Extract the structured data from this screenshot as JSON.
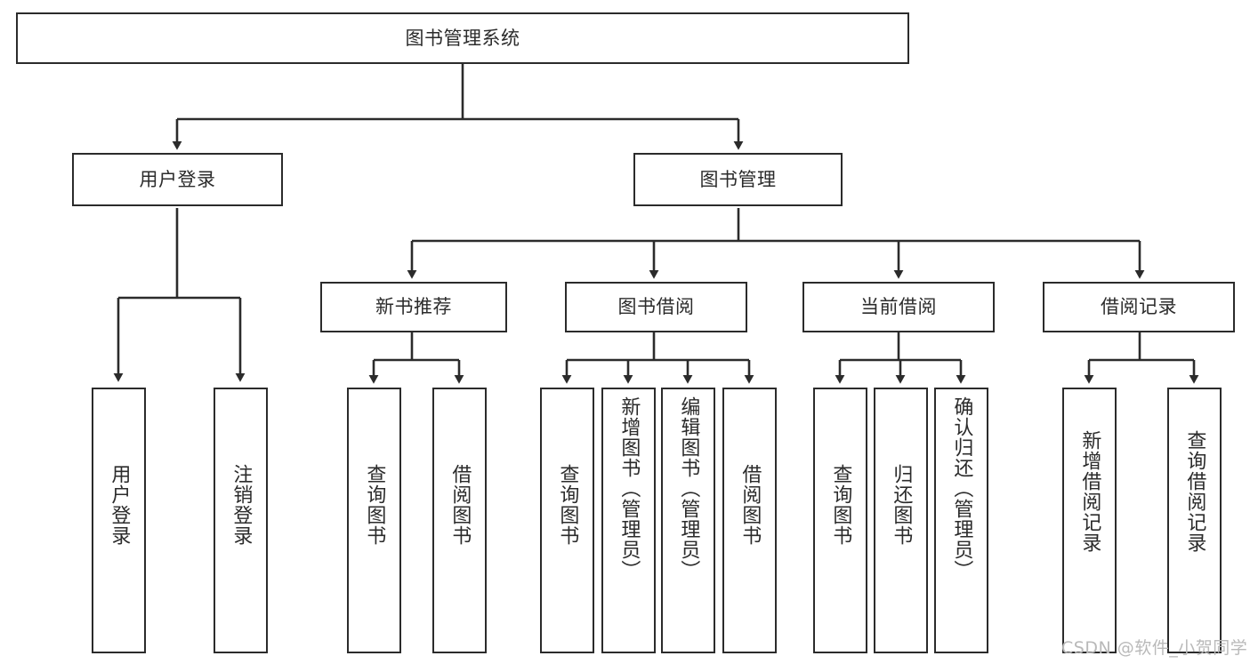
{
  "diagram": {
    "title": "图书管理系统",
    "type": "tree-hierarchy-diagram",
    "root": {
      "label": "图书管理系统"
    },
    "level2": [
      {
        "label": "用户登录"
      },
      {
        "label": "图书管理"
      }
    ],
    "level3": [
      {
        "label": "新书推荐"
      },
      {
        "label": "图书借阅"
      },
      {
        "label": "当前借阅"
      },
      {
        "label": "借阅记录"
      }
    ],
    "leaves": {
      "user_login": [
        {
          "label": "用户登录"
        },
        {
          "label": "注销登录"
        }
      ],
      "new_book_recommend": [
        {
          "label": "查询图书"
        },
        {
          "label": "借阅图书"
        }
      ],
      "book_borrow": [
        {
          "label": "查询图书"
        },
        {
          "label": "新增图书（管理员）"
        },
        {
          "label": "编辑图书（管理员）"
        },
        {
          "label": "借阅图书"
        }
      ],
      "current_borrow": [
        {
          "label": "查询图书"
        },
        {
          "label": "归还图书"
        },
        {
          "label": "确认归还（管理员）"
        }
      ],
      "borrow_record": [
        {
          "label": "新增借阅记录"
        },
        {
          "label": "查询借阅记录"
        }
      ]
    }
  },
  "watermark": {
    "text": "CSDN @软件_小贺同学"
  },
  "colors": {
    "stroke": "#2b2b2b",
    "background": "#ffffff",
    "watermark": "#b9b9b9"
  }
}
